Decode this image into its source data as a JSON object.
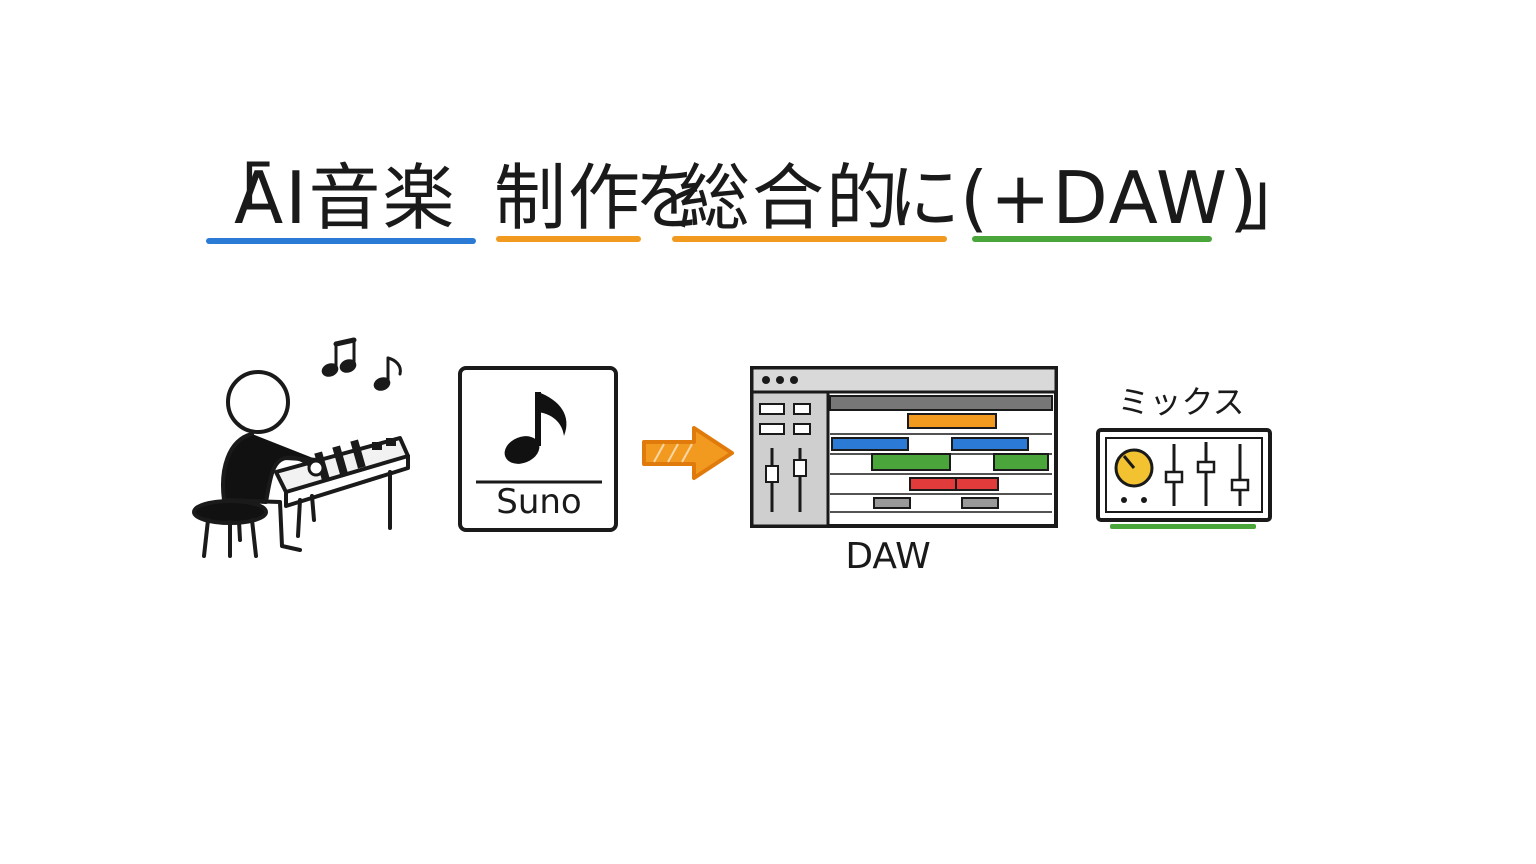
{
  "title": {
    "bracket_open": "「",
    "segment_1": "AI音楽",
    "segment_2": "制作",
    "segment_3": "を",
    "segment_4": "総合的",
    "segment_5": "に",
    "segment_6": "(+DAW)",
    "bracket_close": "」"
  },
  "colors": {
    "blue": "#2b7bd6",
    "orange": "#f29a1f",
    "green": "#4aa53a",
    "red": "#e23b3b",
    "ink": "#1a1a1a"
  },
  "icons": {
    "musician": "person-at-keyboard-icon",
    "notes": "music-notes-icon",
    "suno_card_note": "eighth-note-icon",
    "arrow": "right-arrow-icon",
    "daw_window": "daw-window-icon",
    "mixer": "mixer-icon"
  },
  "labels": {
    "suno": "Suno",
    "daw": "DAW",
    "mix": "ミックス"
  }
}
